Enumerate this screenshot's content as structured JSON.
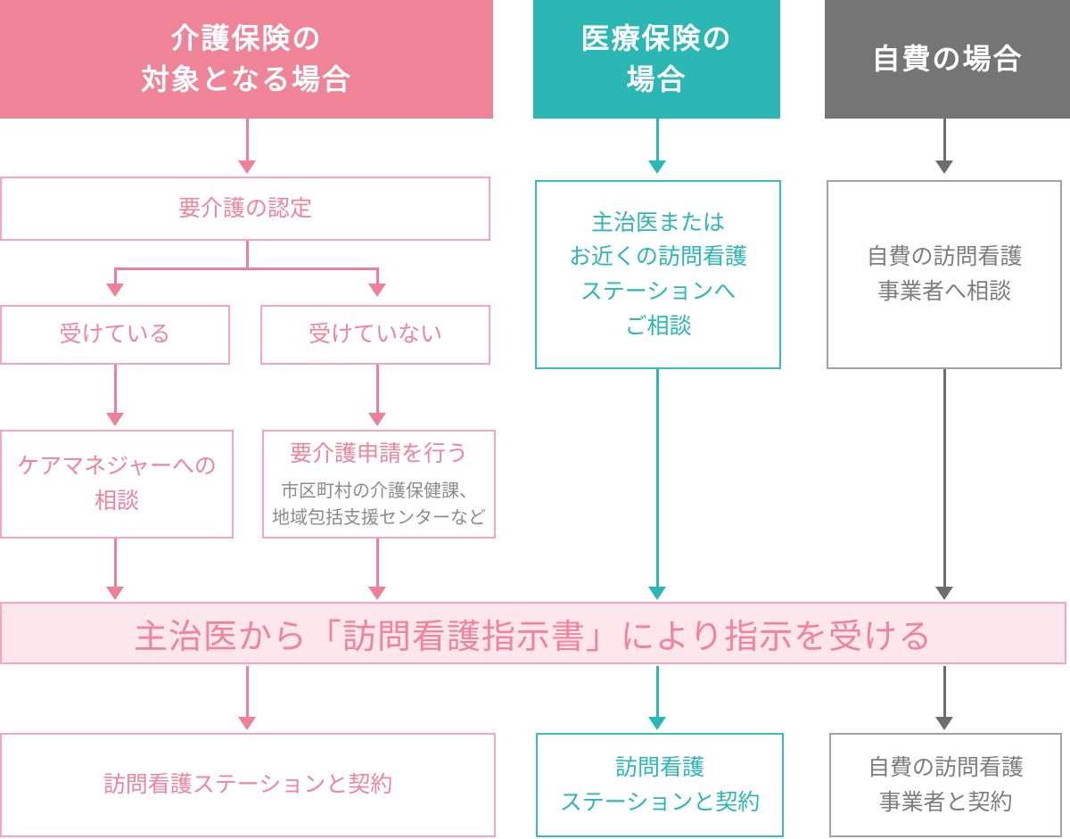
{
  "accent_colors": {
    "pink": "#EF8498",
    "pink_text": "#F0849B",
    "pink_light_bg": "#FDE7ED",
    "teal": "#2BB7B4",
    "gray": "#757575",
    "sub_text_gray": "#8B8B8B"
  },
  "columns": {
    "kaigo": {
      "header": "介護保険の\n対象となる場合",
      "nintei_box": "要介護の認定",
      "branch_yes": "受けている",
      "branch_no": "受けていない",
      "caremanager_box": "ケアマネジャーへの\n相談",
      "apply_box_title": "要介護申請を行う",
      "apply_box_sub": "市区町村の介護保健課、\n地域包括支援センターなど",
      "contract_box": "訪問看護ステーションと契約"
    },
    "iryo": {
      "header": "医療保険の\n場合",
      "consult_box": "主治医または\nお近くの訪問看護\nステーションへ\nご相談",
      "contract_box": "訪問看護\nステーションと契約"
    },
    "jihi": {
      "header": "自費の場合",
      "consult_box": "自費の訪問看護\n事業者へ相談",
      "contract_box": "自費の訪問看護\n事業者と契約"
    }
  },
  "banner": {
    "text": "主治医から「訪問看護指示書」により指示を受ける"
  }
}
